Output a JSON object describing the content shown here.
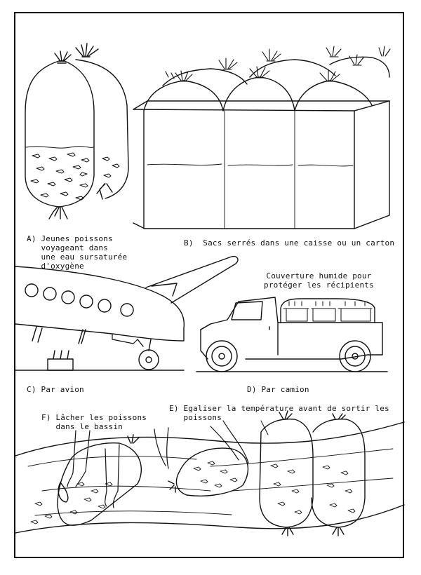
{
  "captions": {
    "a": "A) Jeunes poissons\n   voyageant dans\n   une eau sursaturée\n   d'oxygène",
    "b": "B)  Sacs serrés dans une caisse ou un carton",
    "cover": "Couverture humide pour\nprotéger les récipients",
    "c": "C) Par avion",
    "d": "D) Par camion",
    "e": "E) Egaliser la température avant de sortir les\n   poissons",
    "f": "F) Lâcher les poissons\n   dans le bassin"
  }
}
